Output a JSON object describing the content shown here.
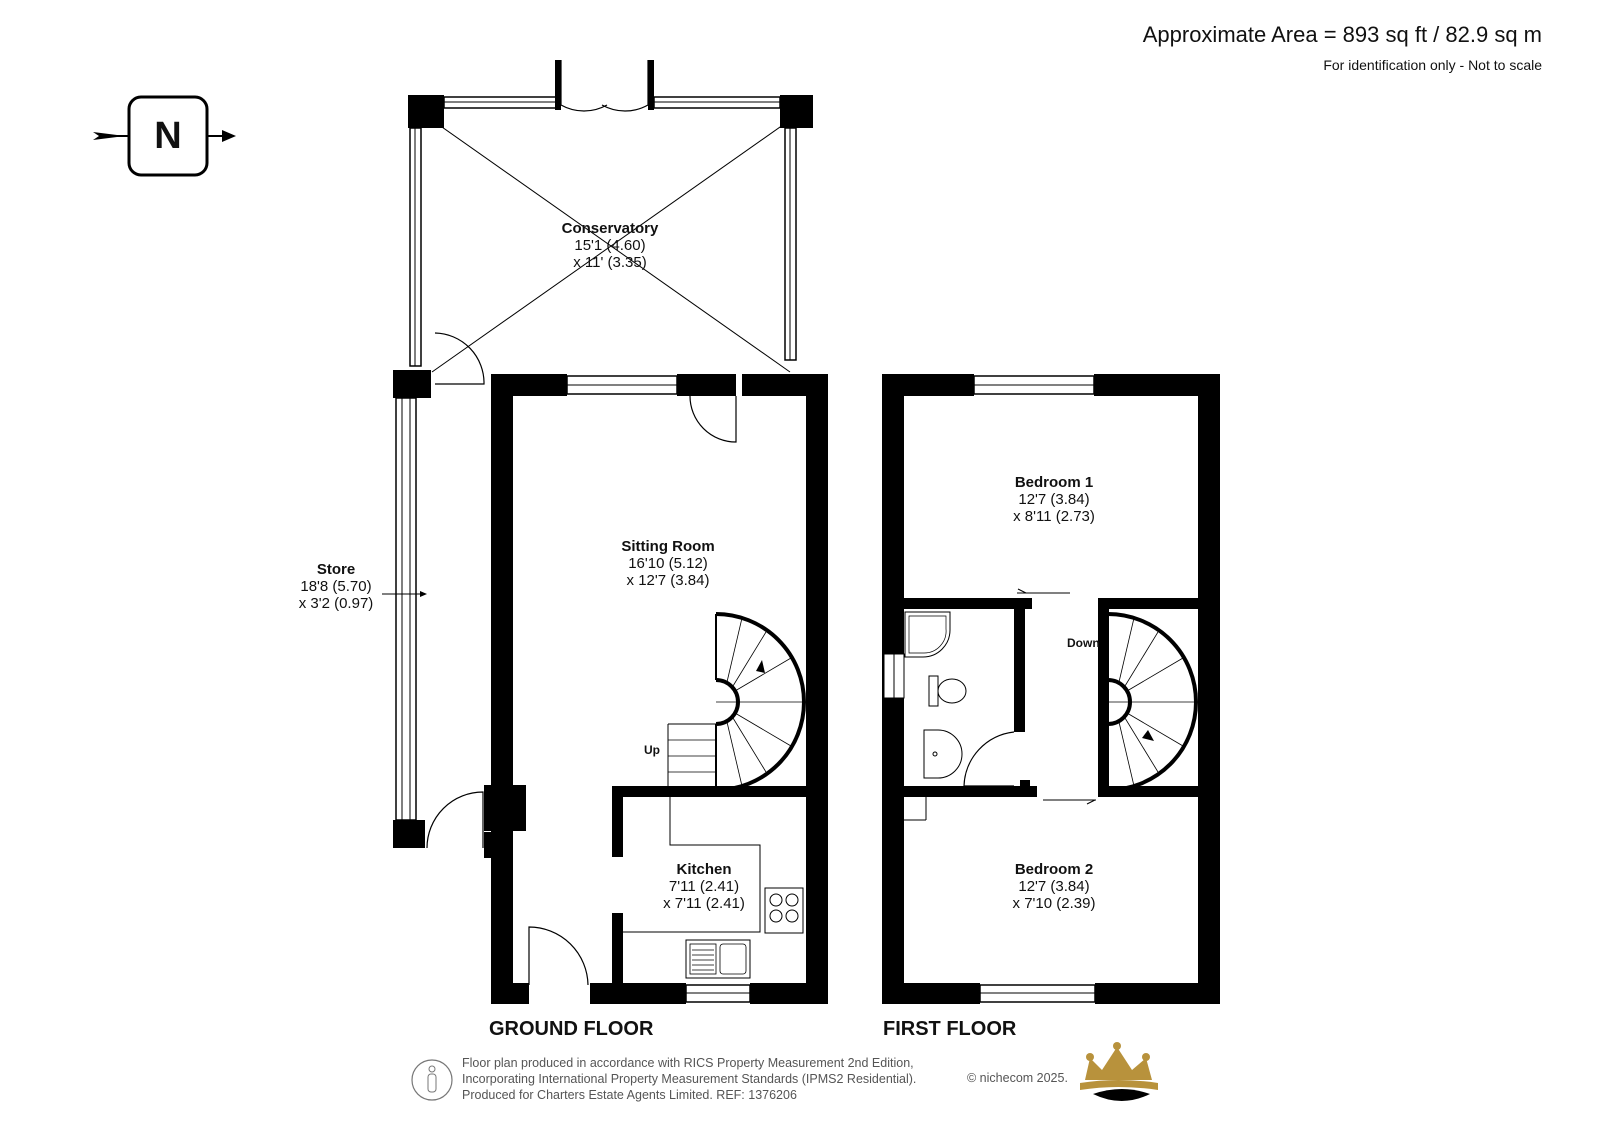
{
  "header": {
    "area": "Approximate Area = 893 sq ft / 82.9 sq m",
    "note": "For identification only - Not to scale"
  },
  "compass": {
    "letter": "N",
    "icon": "north-arrow-icon"
  },
  "rooms": {
    "conservatory": {
      "name": "Conservatory",
      "dim1": "15'1 (4.60)",
      "dim2": "x 11' (3.35)"
    },
    "store": {
      "name": "Store",
      "dim1": "18'8 (5.70)",
      "dim2": "x 3'2 (0.97)"
    },
    "sitting_room": {
      "name": "Sitting Room",
      "dim1": "16'10 (5.12)",
      "dim2": "x 12'7 (3.84)"
    },
    "kitchen": {
      "name": "Kitchen",
      "dim1": "7'11 (2.41)",
      "dim2": "x 7'11 (2.41)"
    },
    "bedroom1": {
      "name": "Bedroom 1",
      "dim1": "12'7 (3.84)",
      "dim2": "x 8'11 (2.73)"
    },
    "bedroom2": {
      "name": "Bedroom 2",
      "dim1": "12'7 (3.84)",
      "dim2": "x 7'10 (2.39)"
    }
  },
  "stairs": {
    "up": "Up",
    "down": "Down"
  },
  "floors": {
    "ground": "GROUND FLOOR",
    "first": "FIRST FLOOR"
  },
  "footer": {
    "line1": "Floor plan produced in accordance with RICS Property Measurement 2nd Edition,",
    "line2": "Incorporating International Property Measurement Standards (IPMS2 Residential).",
    "line3": "Produced for Charters Estate Agents Limited.   REF: 1376206",
    "copyright": "© nichecom 2025.",
    "logo": "crown-logo"
  },
  "colors": {
    "wall": "#000000",
    "logo_gold": "#b8923c",
    "text_gray": "#555555"
  }
}
